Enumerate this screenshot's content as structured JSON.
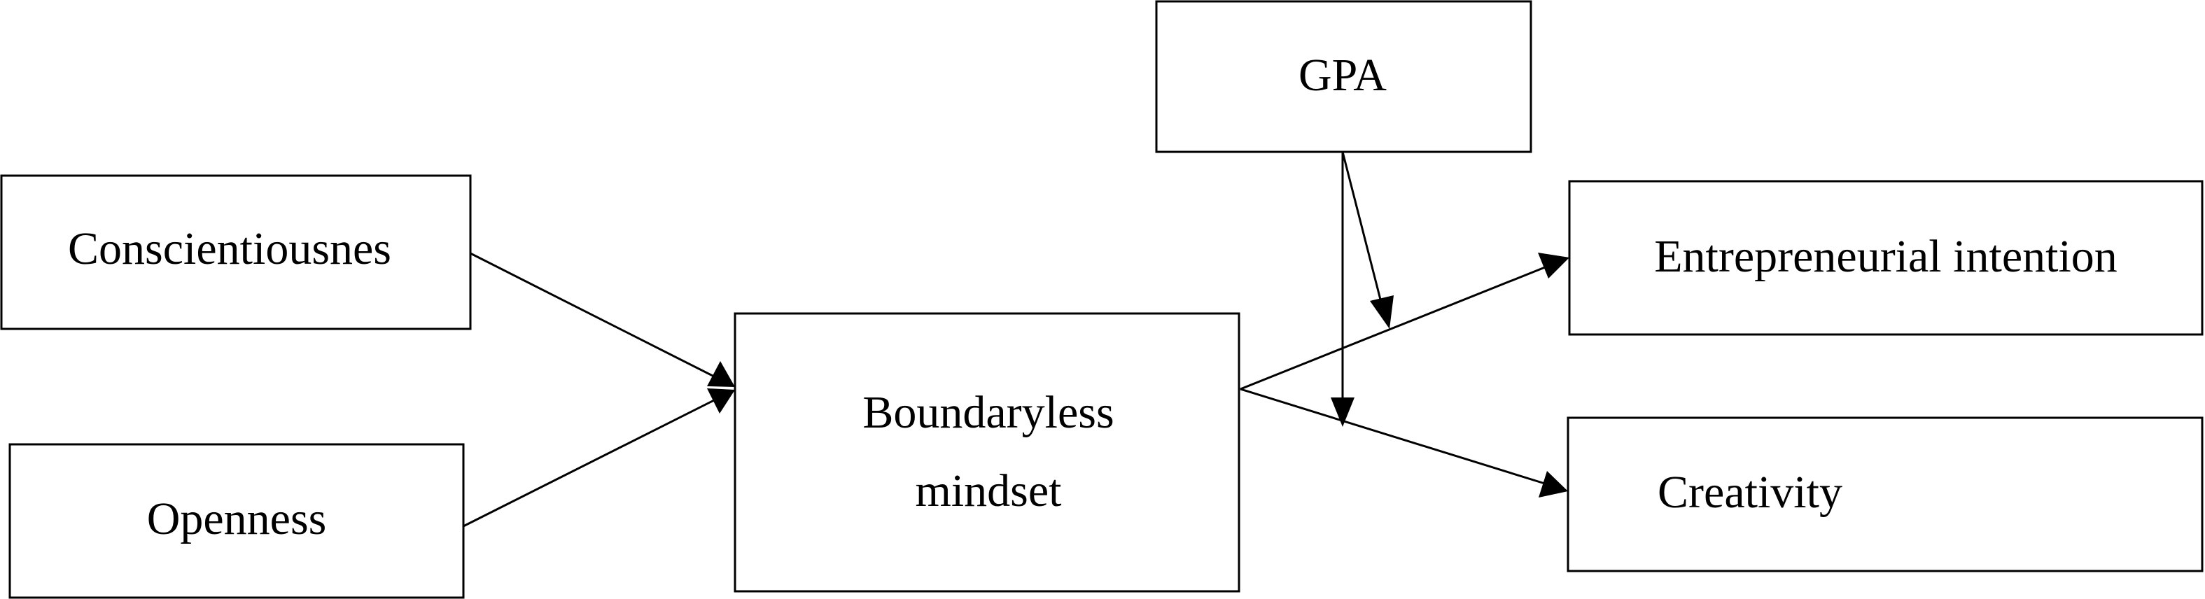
{
  "diagram": {
    "nodes": {
      "conscientiousness": {
        "label": "Conscientiousnes"
      },
      "openness": {
        "label": "Openness"
      },
      "boundaryless": {
        "line1": "Boundaryless",
        "line2": "mindset"
      },
      "gpa": {
        "label": "GPA"
      },
      "entrepreneurial": {
        "label": "Entrepreneurial intention"
      },
      "creativity": {
        "label": "Creativity"
      }
    },
    "edges": [
      {
        "from": "conscientiousness",
        "to": "boundaryless"
      },
      {
        "from": "openness",
        "to": "boundaryless"
      },
      {
        "from": "boundaryless",
        "to": "entrepreneurial"
      },
      {
        "from": "boundaryless",
        "to": "creativity"
      },
      {
        "from": "gpa",
        "to": "boundaryless-entrepreneurial-path",
        "type": "moderation"
      },
      {
        "from": "gpa",
        "to": "boundaryless-creativity-path",
        "type": "moderation"
      }
    ],
    "colors": {
      "stroke": "#000000",
      "background": "#ffffff"
    }
  }
}
